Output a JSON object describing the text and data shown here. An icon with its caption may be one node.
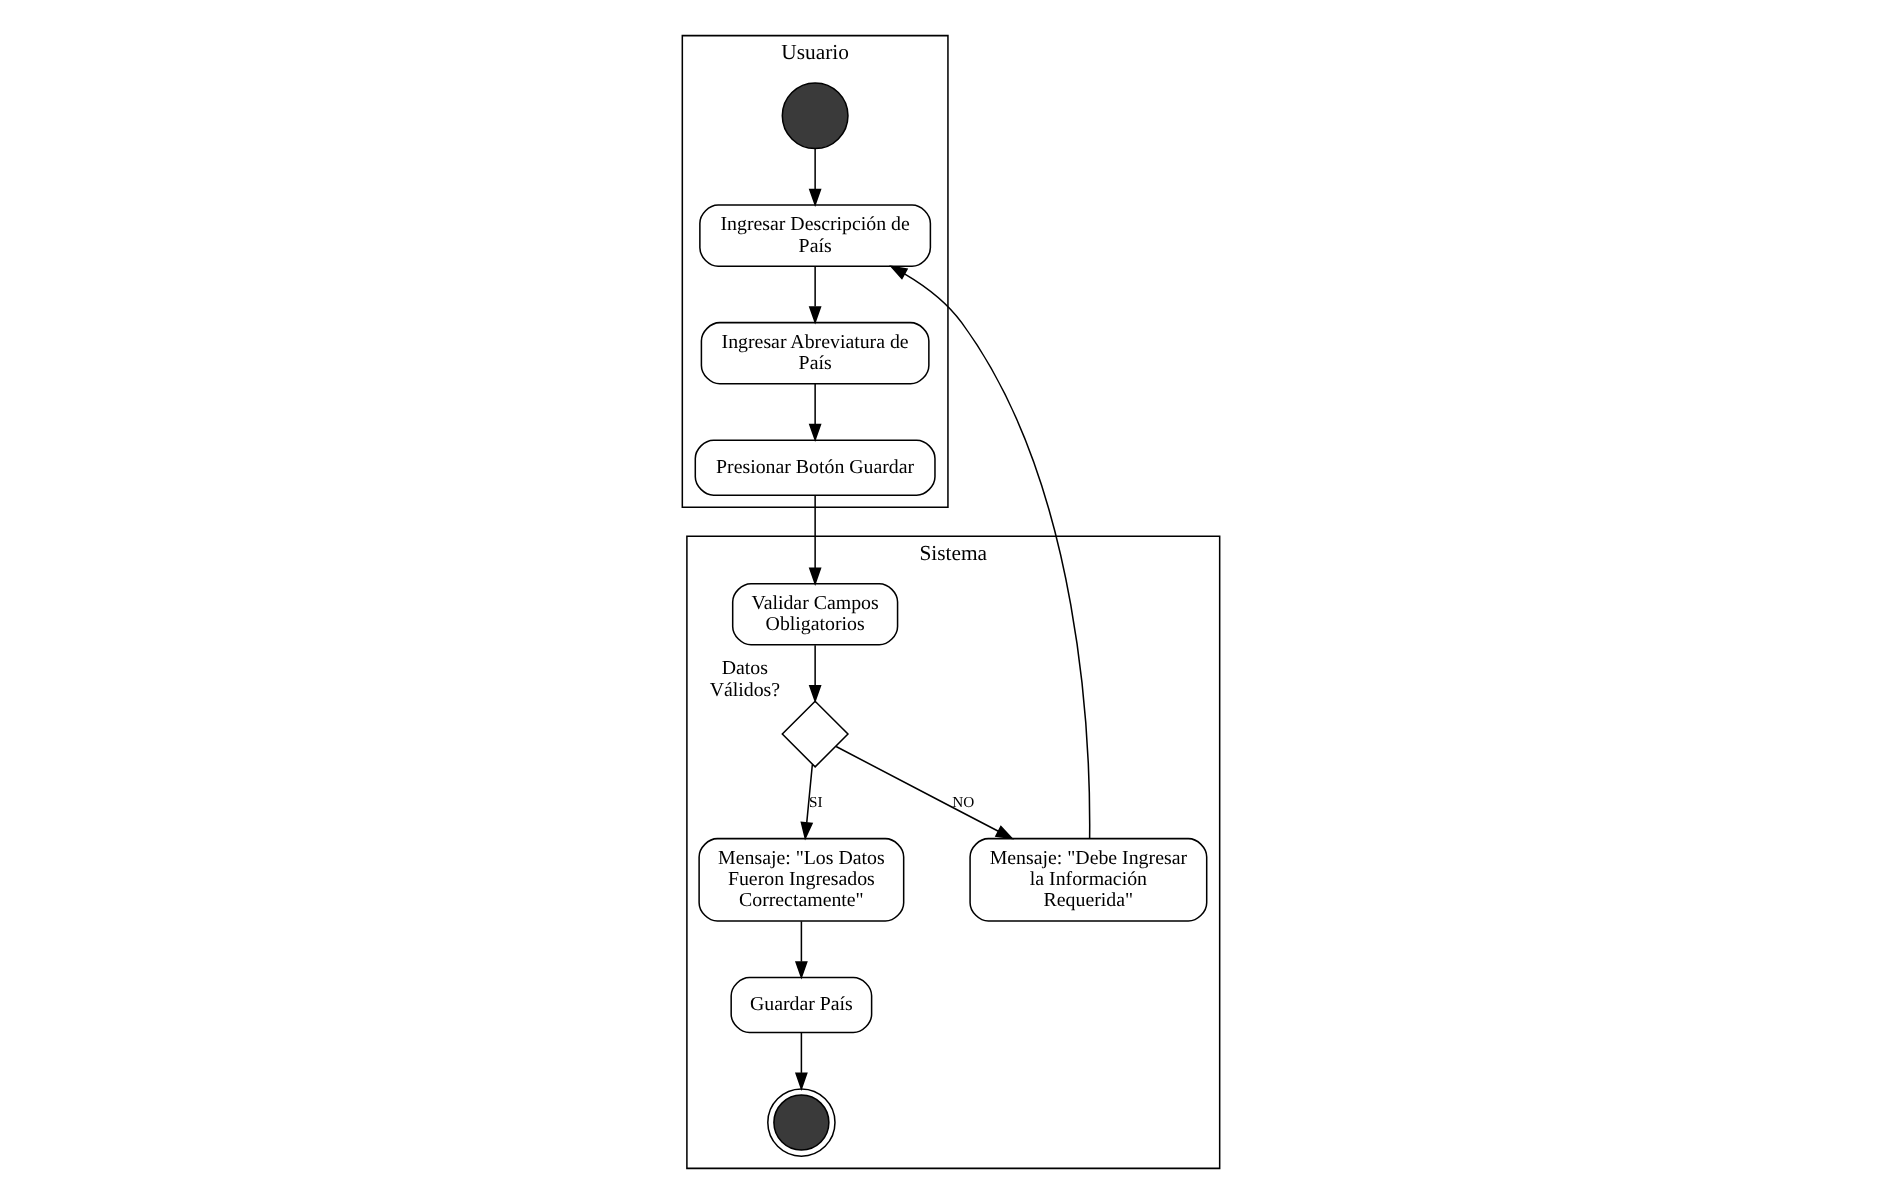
{
  "diagram": {
    "nodes": [
      {
        "text": [
          "Usuario"
        ]
      },
      {
        "text": [
          "Sistema"
        ]
      },
      {
        "text": [],
        "shape": "circle",
        "in": 0
      },
      {
        "text": [
          "Ingresar Descripción de País"
        ],
        "in": 0
      },
      {
        "text": [
          "Ingresar Abreviatura de País"
        ],
        "in": 0
      },
      {
        "text": [
          "Presionar Botón Guardar"
        ],
        "in": 0
      },
      {
        "text": [
          "Validar Campos Obligatorios"
        ],
        "in": 1
      },
      {
        "text": [],
        "shape": "diamond",
        "beside": [
          "Datos Válidos?"
        ],
        "in": 1
      },
      {
        "text": [
          "Mensaje: \"Los Datos Fueron Ingresados Correctamente\""
        ],
        "in": 1
      },
      {
        "text": [
          "Guardar País"
        ],
        "in": 1
      },
      {
        "text": [],
        "shape": "bullseye",
        "in": 1
      },
      {
        "text": [
          "Mensaje: \"Debe Ingresar la Información Requerida\""
        ],
        "in": 1
      }
    ],
    "edges": [
      {
        "from": 2,
        "to": 3,
        "arrow": "to"
      },
      {
        "from": 3,
        "to": 4,
        "arrow": "to"
      },
      {
        "from": 4,
        "to": 5,
        "arrow": "to"
      },
      {
        "from": 5,
        "to": 6,
        "arrow": "to"
      },
      {
        "from": 6,
        "to": 7,
        "arrow": "to"
      },
      {
        "from": 7,
        "to": 8,
        "arrow": "to",
        "label": "SI"
      },
      {
        "from": 7,
        "to": 11,
        "arrow": "to",
        "label": "NO"
      },
      {
        "from": 8,
        "to": 9,
        "arrow": "to"
      },
      {
        "from": 9,
        "to": 10,
        "arrow": "to"
      },
      {
        "from": 11,
        "to": 3,
        "arrow": "to"
      }
    ]
  }
}
